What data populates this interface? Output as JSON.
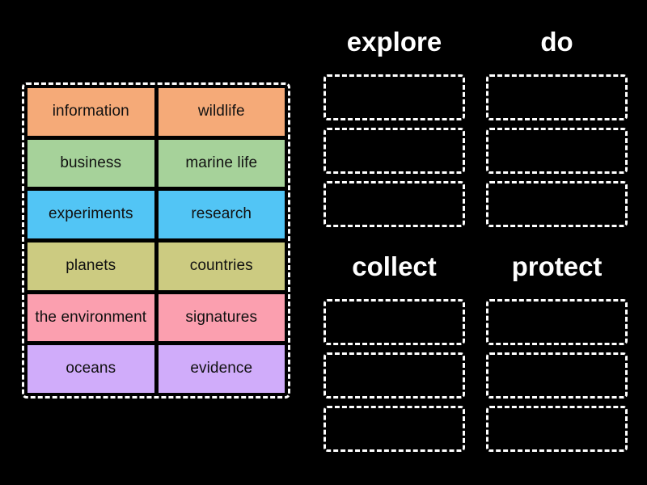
{
  "background_color": "#000000",
  "tile_bank": {
    "border_style": "dashed-white",
    "columns": 2,
    "rows": 6,
    "row_colors": [
      "#f5aa78",
      "#a6d29a",
      "#52c5f5",
      "#cccb81",
      "#fb9faf",
      "#d0acfa"
    ],
    "tiles": [
      {
        "label": "information",
        "color": "#f5aa78"
      },
      {
        "label": "wildlife",
        "color": "#f5aa78"
      },
      {
        "label": "business",
        "color": "#a6d29a"
      },
      {
        "label": "marine life",
        "color": "#a6d29a"
      },
      {
        "label": "experiments",
        "color": "#52c5f5"
      },
      {
        "label": "research",
        "color": "#52c5f5"
      },
      {
        "label": "planets",
        "color": "#cccb81"
      },
      {
        "label": "countries",
        "color": "#cccb81"
      },
      {
        "label": "the environment",
        "color": "#fb9faf"
      },
      {
        "label": "signatures",
        "color": "#fb9faf"
      },
      {
        "label": "oceans",
        "color": "#d0acfa"
      },
      {
        "label": "evidence",
        "color": "#d0acfa"
      }
    ]
  },
  "categories": [
    {
      "title": "explore",
      "dropzone_count": 3,
      "dropzones": [
        "",
        "",
        ""
      ]
    },
    {
      "title": "do",
      "dropzone_count": 3,
      "dropzones": [
        "",
        "",
        ""
      ]
    },
    {
      "title": "collect",
      "dropzone_count": 3,
      "dropzones": [
        "",
        "",
        ""
      ]
    },
    {
      "title": "protect",
      "dropzone_count": 3,
      "dropzones": [
        "",
        "",
        ""
      ]
    }
  ]
}
